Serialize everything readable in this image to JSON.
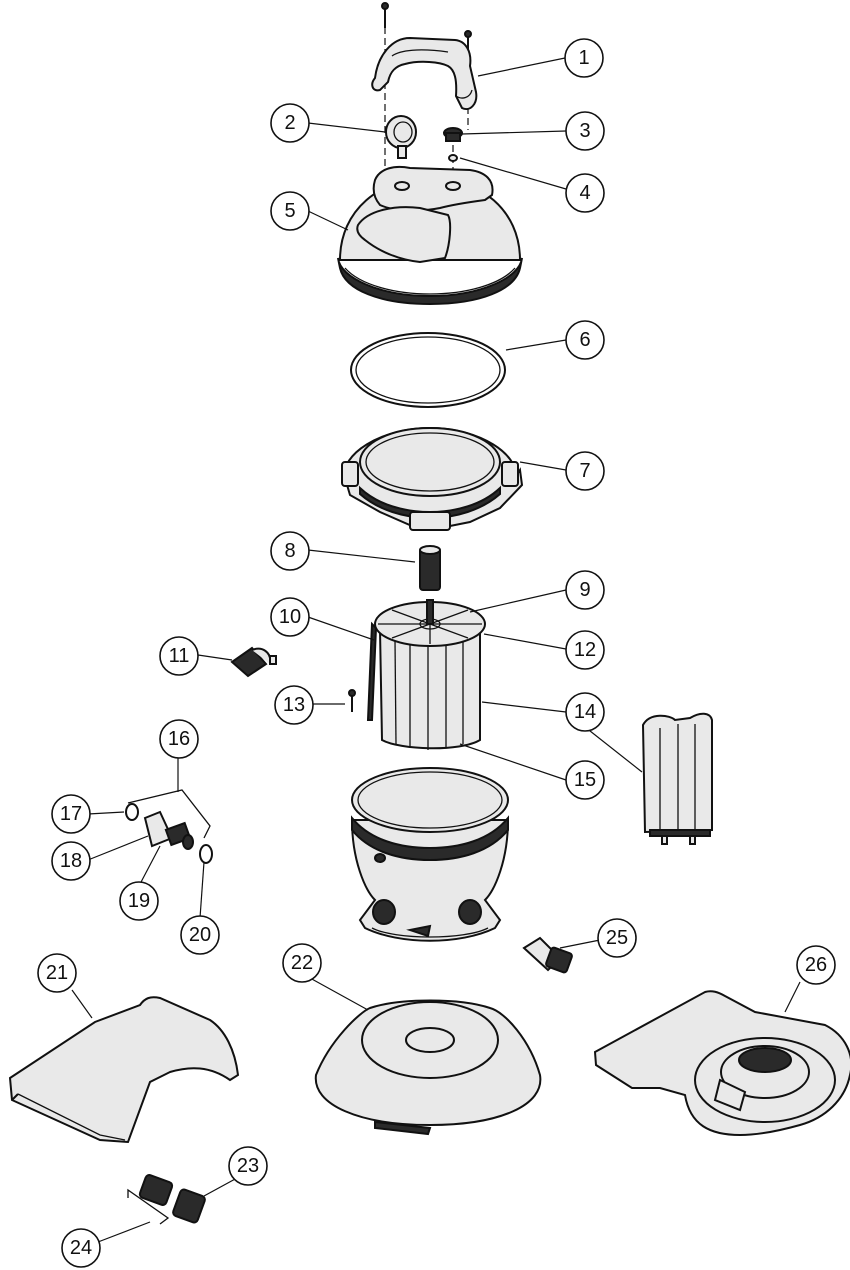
{
  "callouts": [
    {
      "number": "1"
    },
    {
      "number": "2"
    },
    {
      "number": "3"
    },
    {
      "number": "4"
    },
    {
      "number": "5"
    },
    {
      "number": "6"
    },
    {
      "number": "7"
    },
    {
      "number": "8"
    },
    {
      "number": "9"
    },
    {
      "number": "10"
    },
    {
      "number": "11"
    },
    {
      "number": "12"
    },
    {
      "number": "13"
    },
    {
      "number": "14"
    },
    {
      "number": "15"
    },
    {
      "number": "16"
    },
    {
      "number": "17"
    },
    {
      "number": "18"
    },
    {
      "number": "19"
    },
    {
      "number": "20"
    },
    {
      "number": "21"
    },
    {
      "number": "22"
    },
    {
      "number": "23"
    },
    {
      "number": "24"
    },
    {
      "number": "25"
    },
    {
      "number": "26"
    }
  ]
}
